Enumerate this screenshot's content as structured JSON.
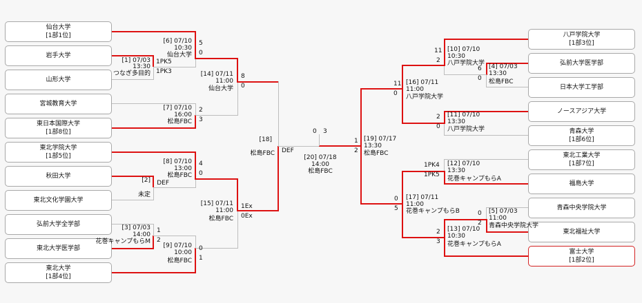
{
  "teams": {
    "sendai": {
      "name": "仙台大学",
      "rank": "[1部1位]"
    },
    "iwate": {
      "name": "岩手大学",
      "rank": ""
    },
    "yamagata": {
      "name": "山形大学",
      "rank": ""
    },
    "miyagi_kyoiku": {
      "name": "宮城教育大学",
      "rank": ""
    },
    "higashinihon": {
      "name": "東日本国際大学",
      "rank": "[1部8位]"
    },
    "tohoku_gakuin": {
      "name": "東北学院大学",
      "rank": "[1部5位]"
    },
    "akita": {
      "name": "秋田大学",
      "rank": ""
    },
    "tohoku_bunka": {
      "name": "東北文化学園大学",
      "rank": ""
    },
    "hirosaki_zengaku": {
      "name": "弘前大学全学部",
      "rank": ""
    },
    "tohoku_igaku": {
      "name": "東北大学医学部",
      "rank": ""
    },
    "tohoku": {
      "name": "東北大学",
      "rank": "[1部4位]"
    },
    "hachinohe": {
      "name": "八戸学院大学",
      "rank": "[1部3位]"
    },
    "hirosaki_igaku": {
      "name": "弘前大学医学部",
      "rank": ""
    },
    "nihon_kogaku": {
      "name": "日本大学工学部",
      "rank": ""
    },
    "north_asia": {
      "name": "ノースアジア大学",
      "rank": ""
    },
    "aomori": {
      "name": "青森大学",
      "rank": "[1部6位]"
    },
    "tohoku_kogyo": {
      "name": "東北工業大学",
      "rank": "[1部7位]"
    },
    "fukushima": {
      "name": "福島大学",
      "rank": ""
    },
    "aomori_chuo": {
      "name": "青森中央学院大学",
      "rank": ""
    },
    "tohoku_fukushi": {
      "name": "東北福祉大学",
      "rank": ""
    },
    "fuji": {
      "name": "富士大学",
      "rank": "[1部2位]"
    }
  },
  "games": {
    "g1": {
      "no": "[1] 07/03",
      "time": "13:30",
      "winner": "つなぎ多目的",
      "s_top": "",
      "s_bot": ""
    },
    "g2": {
      "no": "[2]",
      "winner": "DEF",
      "note": "未定"
    },
    "g3": {
      "no": "[3] 07/03",
      "time": "14:00",
      "winner": "花巻キャンプもらM",
      "s_top": "1",
      "s_bot": "2"
    },
    "g4": {
      "no": "[4] 07/03",
      "time": "13:30",
      "winner": "松島FBC",
      "s_top": "6",
      "s_bot": "0"
    },
    "g5": {
      "no": "[5] 07/03",
      "time": "11:00",
      "winner": "青森中央学院大学",
      "s_top": "0",
      "s_bot": "2"
    },
    "g6": {
      "no": "[6] 07/10",
      "time": "10:30",
      "winner": "仙台大学",
      "s_top": "5",
      "s_bot": "0",
      "pk_a": "1PK5",
      "pk_b": "1PK3"
    },
    "g7": {
      "no": "[7] 07/10",
      "time": "16:00",
      "winner": "松島FBC",
      "s_top": "2",
      "s_bot": "3"
    },
    "g8": {
      "no": "[8] 07/10",
      "time": "13:00",
      "winner": "松島FBC",
      "s_top": "4",
      "s_bot": "0"
    },
    "g9": {
      "no": "[9] 07/10",
      "time": "10:00",
      "winner": "松島FBC",
      "s_top": "0",
      "s_bot": "1"
    },
    "g10": {
      "no": "[10] 07/10",
      "time": "10:30",
      "winner": "八戸学院大学",
      "s_top": "11",
      "s_bot": "2"
    },
    "g11": {
      "no": "[11] 07/10",
      "time": "13:30",
      "winner": "八戸学院大学",
      "s_top": "2",
      "s_bot": "0"
    },
    "g12": {
      "no": "[12] 07/10",
      "time": "13:30",
      "winner": "花巻キャンプもらA",
      "s_top": "1PK4",
      "s_bot": "1PK5"
    },
    "g13": {
      "no": "[13] 07/10",
      "time": "10:30",
      "winner": "花巻キャンプもらA",
      "s_top": "2",
      "s_bot": "3"
    },
    "g14": {
      "no": "[14] 07/11",
      "time": "11:00",
      "winner": "仙台大学",
      "s_top": "8",
      "s_bot": "0"
    },
    "g15": {
      "no": "[15] 07/11",
      "time": "11:00",
      "winner": "松島FBC",
      "s_top": "1Ex",
      "s_bot": "0Ex"
    },
    "g16": {
      "no": "[16] 07/11",
      "time": "11:00",
      "winner": "八戸学院大学",
      "s_top": "11",
      "s_bot": "0"
    },
    "g17": {
      "no": "[17] 07/11",
      "time": "11:00",
      "winner": "花巻キャンプもらB",
      "s_top": "0",
      "s_bot": "5"
    },
    "g18": {
      "no": "[18]",
      "winner": "松島FBC",
      "s_bot": "DEF"
    },
    "g19": {
      "no": "[19] 07/17",
      "time": "13:30",
      "winner": "松島FBC",
      "s_top": "1",
      "s_bot": "2"
    },
    "g20": {
      "no": "[20] 07/18",
      "time": "14:00",
      "winner": "松島FBC",
      "s_left": "0",
      "s_right": "3"
    }
  }
}
